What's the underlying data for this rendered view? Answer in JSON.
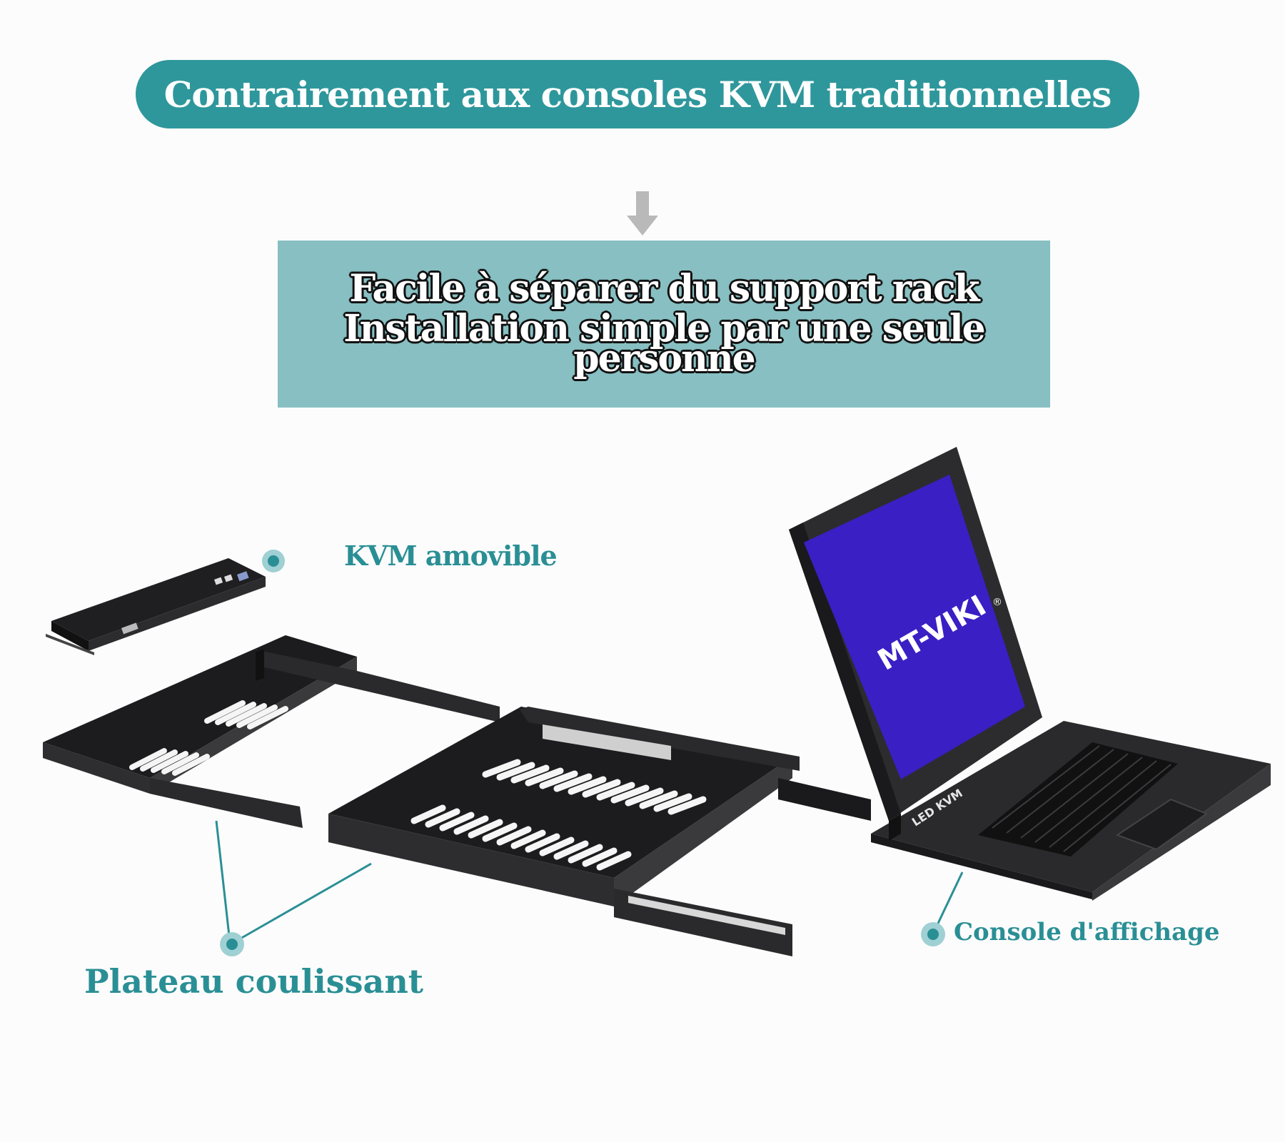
{
  "colors": {
    "banner": "#2e979c",
    "subtitle_box": "#87bfc2",
    "accent": "#2a8f95",
    "dot_ring": "#9fd0d3",
    "screen": "#3a1fc4",
    "device": "#2a2a2c"
  },
  "header": {
    "title": "Contrairement aux consoles KVM traditionnelles"
  },
  "subtitle": {
    "lines": [
      "Facile à séparer du support rack",
      "Installation simple par une seule",
      "personne"
    ]
  },
  "labels": {
    "kvm": "KVM amovible",
    "tray": "Plateau coulissant",
    "console": "Console d'affichage"
  },
  "screen": {
    "brand": "MT-VIKI",
    "brand_mark": "®",
    "side_label": "LED KVM"
  },
  "icons": {
    "arrow": "arrow-down-icon"
  }
}
